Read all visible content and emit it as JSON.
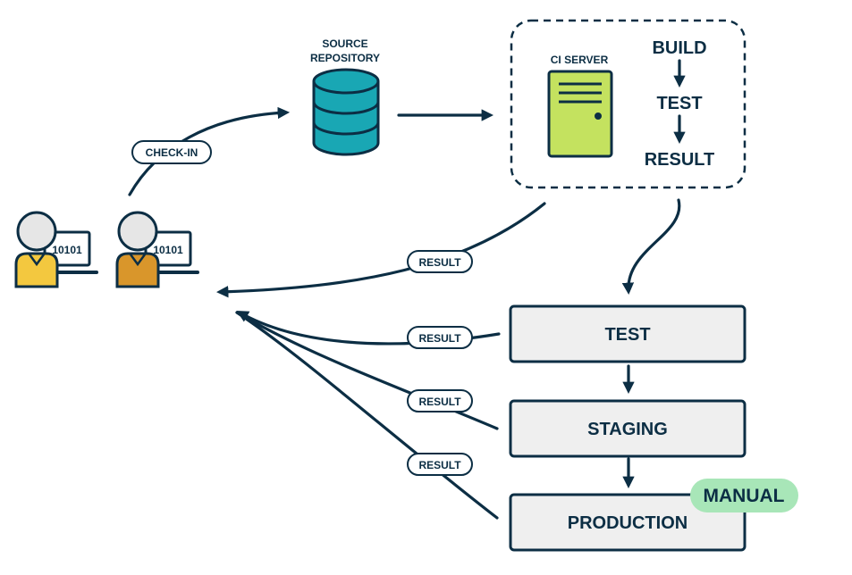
{
  "source_repository": {
    "line1": "SOURCE",
    "line2": "REPOSITORY"
  },
  "check_in_label": "CHECK-IN",
  "ci_server": {
    "label": "CI SERVER",
    "steps": [
      "BUILD",
      "TEST",
      "RESULT"
    ]
  },
  "developers": [
    {
      "screen_text": "10101",
      "shirt_color": "#f3c83f"
    },
    {
      "screen_text": "10101",
      "shirt_color": "#d9962b"
    }
  ],
  "result_labels": [
    "RESULT",
    "RESULT",
    "RESULT",
    "RESULT"
  ],
  "stages": [
    "TEST",
    "STAGING",
    "PRODUCTION"
  ],
  "manual_badge": "MANUAL",
  "colors": {
    "ink": "#0c2e44",
    "database": "#19a7b4",
    "server": "#c4e25f",
    "stage_fill": "#efefef",
    "manual_badge": "#a8e6b8"
  }
}
